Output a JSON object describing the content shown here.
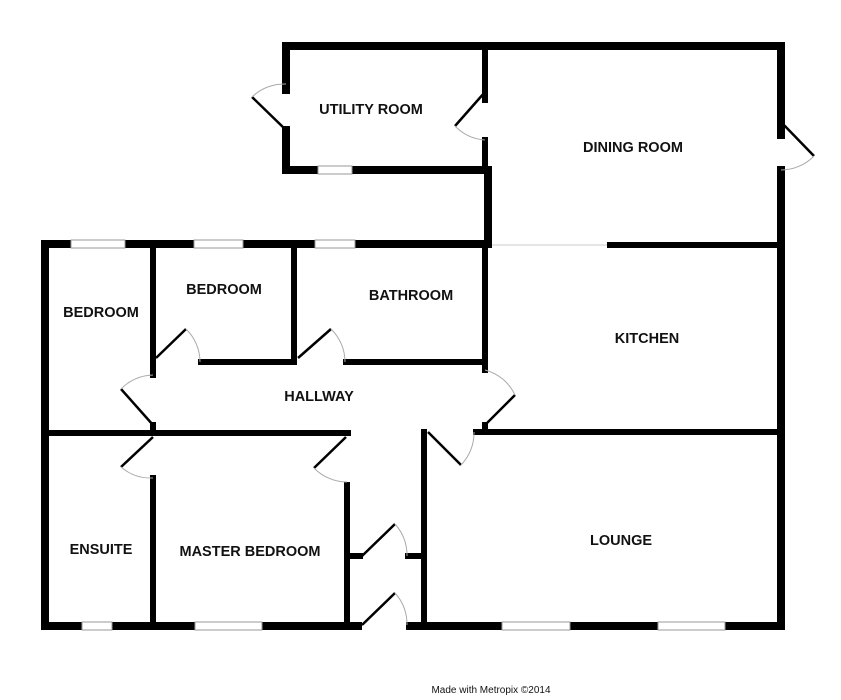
{
  "rooms": {
    "utility": "UTILITY ROOM",
    "dining": "DINING ROOM",
    "bedroom1": "BEDROOM",
    "bedroom2": "BEDROOM",
    "bathroom": "BATHROOM",
    "kitchen": "KITCHEN",
    "hallway": "HALLWAY",
    "ensuite": "ENSUITE",
    "master": "MASTER BEDROOM",
    "lounge": "LOUNGE"
  },
  "footer": "Made with Metropix ©2014"
}
